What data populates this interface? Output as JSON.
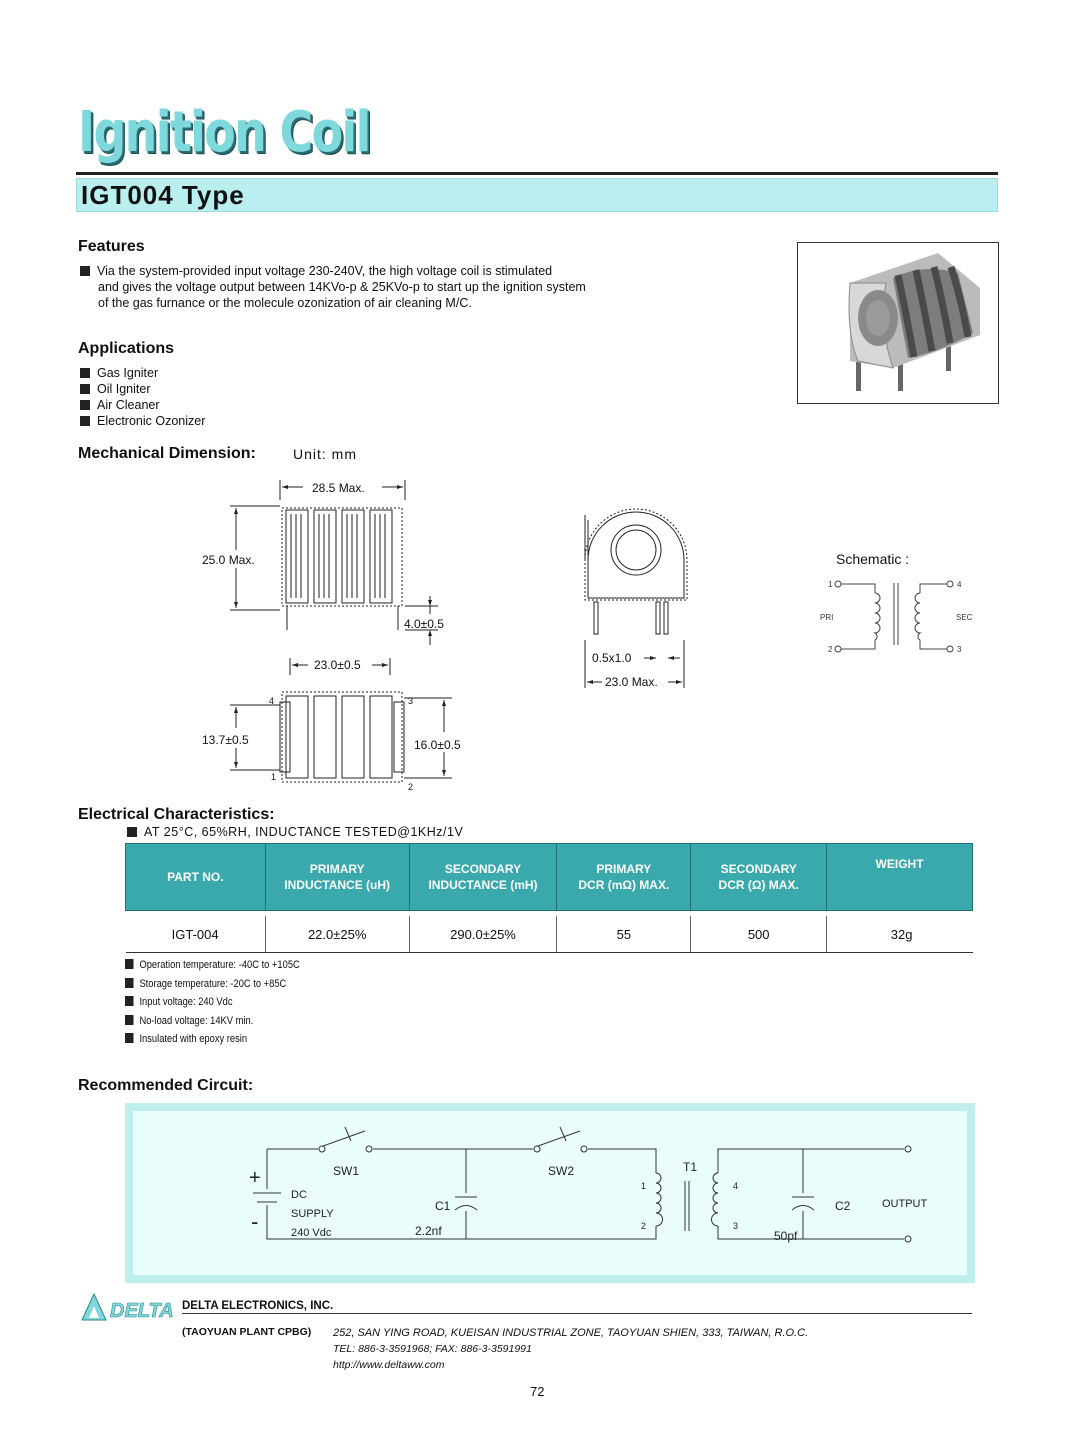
{
  "header": {
    "title": "Ignition Coil",
    "type_label": "IGT004 Type"
  },
  "features": {
    "heading": "Features",
    "lines": [
      "Via the system-provided input voltage 230-240V, the high voltage coil is stimulated",
      "and gives the voltage output between 14KVo-p & 25KVo-p to start up the ignition system",
      "of the gas furnance or the molecule ozonization of air cleaning M/C."
    ]
  },
  "applications": {
    "heading": "Applications",
    "items": [
      "Gas Igniter",
      "Oil Igniter",
      "Air Cleaner",
      "Electronic Ozonizer"
    ]
  },
  "mechanical": {
    "heading": "Mechanical Dimension:",
    "unit": "Unit: mm",
    "dims": {
      "width_max": "28.5 Max.",
      "height_max": "25.0 Max.",
      "pin_len": "4.0±0.5",
      "pin_span": "23.0±0.5",
      "pitch_y": "13.7±0.5",
      "pitch_y2": "16.0±0.5",
      "pin_size": "0.5x1.0",
      "side_max": "23.0 Max."
    },
    "pins": {
      "p1": "1",
      "p2": "2",
      "p3": "3",
      "p4": "4"
    }
  },
  "schematic": {
    "title": "Schematic :",
    "pri": "PRI",
    "sec": "SEC",
    "pins": {
      "p1": "1",
      "p2": "2",
      "p3": "3",
      "p4": "4"
    }
  },
  "electrical": {
    "heading": "Electrical Characteristics:",
    "condition": "AT 25°C, 65%RH, INDUCTANCE TESTED@1KHz/1V",
    "columns": [
      {
        "l1": "PART  NO.",
        "l2": ""
      },
      {
        "l1": "PRIMARY",
        "l2": "INDUCTANCE (uH)"
      },
      {
        "l1": "SECONDARY",
        "l2": "INDUCTANCE (mH)"
      },
      {
        "l1": "PRIMARY",
        "l2": "DCR (mΩ) MAX."
      },
      {
        "l1": "SECONDARY",
        "l2": "DCR (Ω) MAX."
      },
      {
        "l1": "WEIGHT",
        "l2": ""
      }
    ],
    "rows": [
      [
        "IGT-004",
        "22.0±25%",
        "290.0±25%",
        "55",
        "500",
        "32g"
      ]
    ],
    "notes": [
      "Operation temperature: -40C  to +105C",
      "Storage temperature: -20C  to +85C",
      "Input voltage: 240 Vdc",
      "No-load voltage: 14KV min.",
      "Insulated with epoxy resin"
    ]
  },
  "circuit": {
    "heading": "Recommended Circuit:",
    "plus": "+",
    "minus": "-",
    "sw1": "SW1",
    "sw2": "SW2",
    "t1": "T1",
    "dc": "DC",
    "supply": "SUPPLY",
    "vdc": "240 Vdc",
    "c1": "C1",
    "c1_val": "2.2nf",
    "c2": "C2",
    "c2_val": "50pf",
    "output": "OUTPUT",
    "pins": {
      "p1": "1",
      "p2": "2",
      "p3": "3",
      "p4": "4"
    }
  },
  "footer": {
    "logo": "DELTA",
    "company": "DELTA ELECTRONICS, INC.",
    "plant": "(TAOYUAN PLANT CPBG)",
    "address": "252, SAN YING ROAD, KUEISAN INDUSTRIAL ZONE, TAOYUAN SHIEN, 333, TAIWAN, R.O.C.",
    "tel": "TEL: 886-3-3591968; FAX: 886-3-3591991",
    "url": "http://www.deltaww.com",
    "page": "72"
  }
}
